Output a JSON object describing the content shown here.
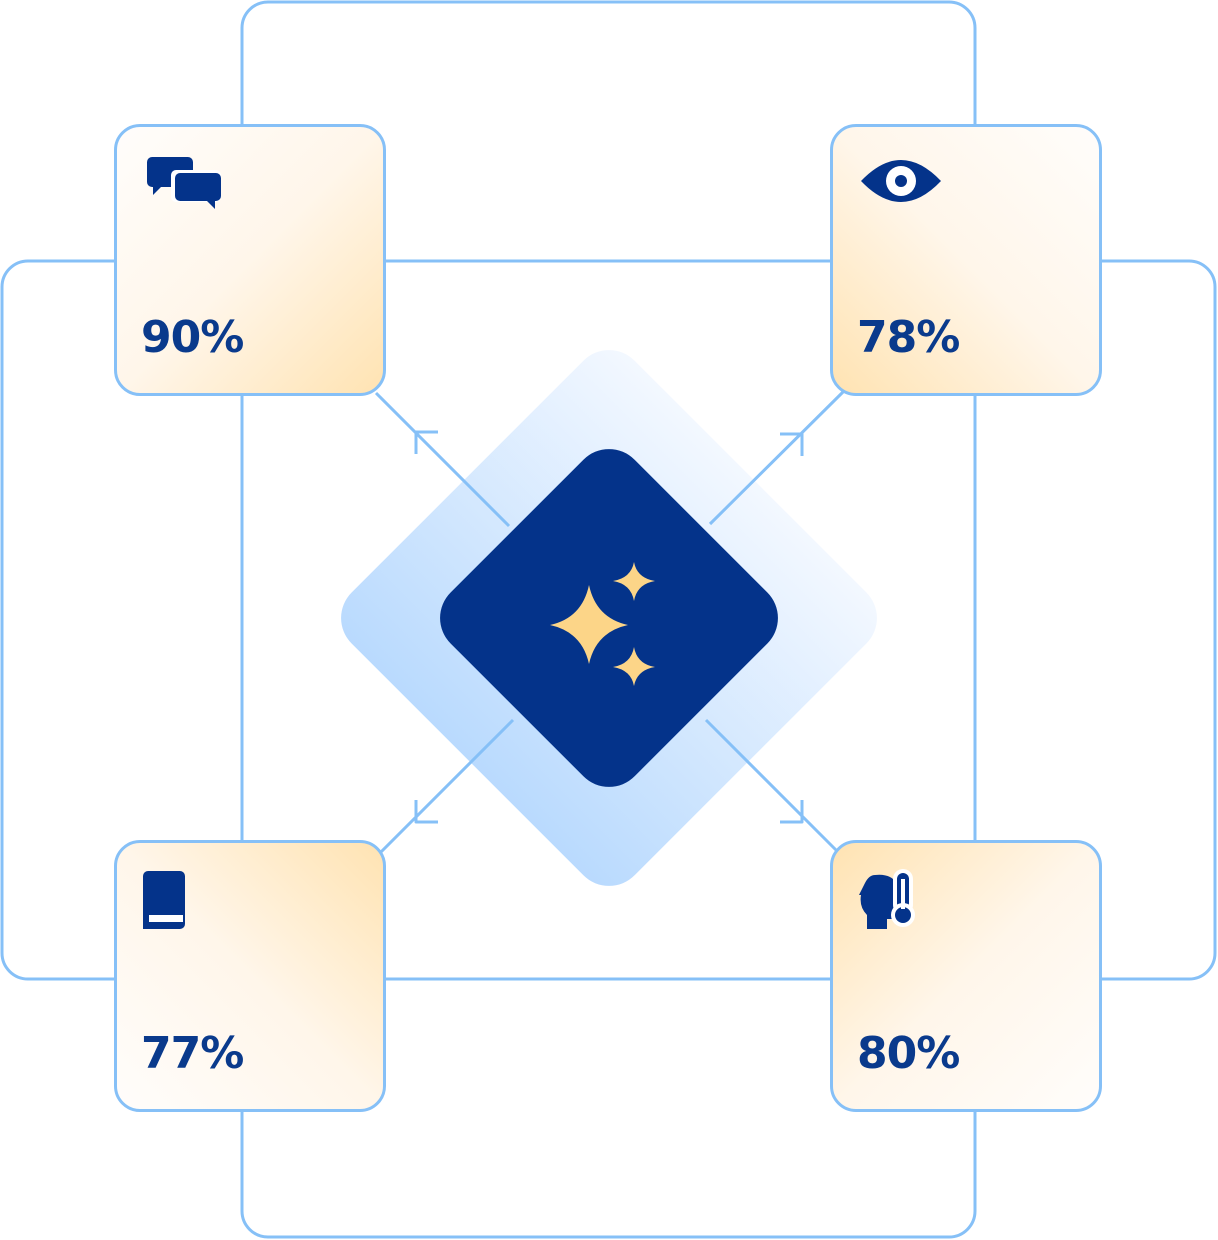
{
  "colors": {
    "line": "#86c0f7",
    "navy": "#04338a",
    "sparkle": "#fcd588",
    "card_warm": "#ffe3b2"
  },
  "center": {
    "icon": "sparkles-icon"
  },
  "cards": [
    {
      "id": "top-left",
      "icon": "chat-bubbles-icon",
      "value": "90%"
    },
    {
      "id": "top-right",
      "icon": "eye-icon",
      "value": "78%"
    },
    {
      "id": "bottom-left",
      "icon": "book-icon",
      "value": "77%"
    },
    {
      "id": "bottom-right",
      "icon": "head-thermometer-icon",
      "value": "80%"
    }
  ]
}
